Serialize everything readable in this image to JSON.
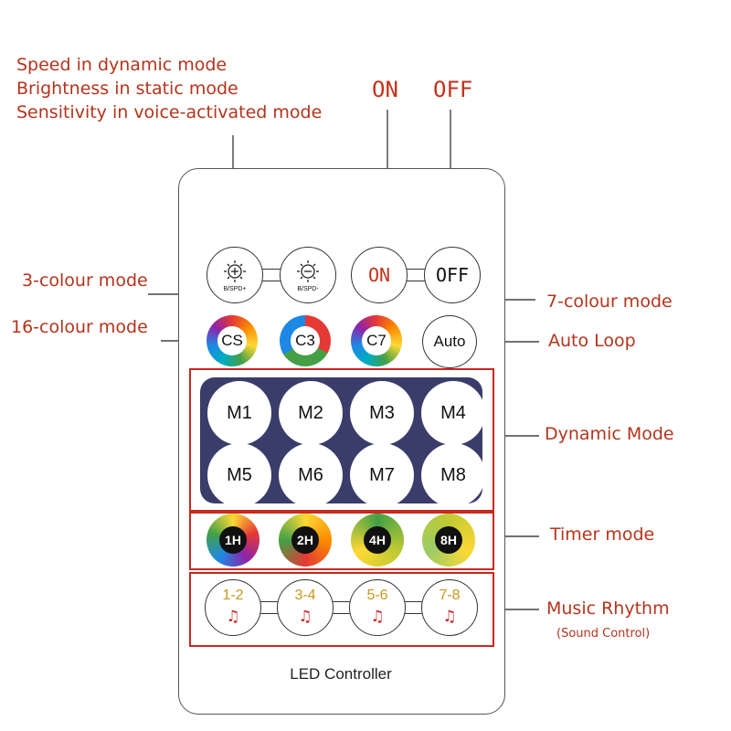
{
  "annotations": {
    "speed_lines": [
      "Speed in dynamic mode",
      "Brightness in static mode",
      "Sensitivity in voice-activated mode"
    ],
    "on": "ON",
    "off": "OFF",
    "three_colour": "3-colour mode",
    "sixteen_colour": "16-colour mode",
    "seven_colour": "7-colour mode",
    "auto_loop": "Auto Loop",
    "dynamic_mode": "Dynamic Mode",
    "timer_mode": "Timer mode",
    "music_rhythm": "Music Rhythm",
    "sound_control": "(Sound Control)"
  },
  "remote": {
    "brightness_up_sub": "B/SPD+",
    "brightness_down_sub": "B/SPD-",
    "on_label": "ON",
    "off_label": "OFF",
    "colour_buttons": [
      "CS",
      "C3",
      "C7"
    ],
    "auto_label": "Auto",
    "mode_buttons": [
      "M1",
      "M2",
      "M3",
      "M4",
      "M5",
      "M6",
      "M7",
      "M8"
    ],
    "timer_buttons": [
      "1H",
      "2H",
      "4H",
      "8H"
    ],
    "music_buttons": [
      "1-2",
      "3-4",
      "5-6",
      "7-8"
    ],
    "music_note": "♫",
    "footer": "LED Controller"
  },
  "colors": {
    "annotation": "#b5341c",
    "highlight_box": "#c8281e",
    "dynamic_panel": "#3a3c6a",
    "music_number": "#c8961a"
  },
  "icons": [
    "sun-plus-icon",
    "sun-minus-icon",
    "music-note-icon"
  ]
}
